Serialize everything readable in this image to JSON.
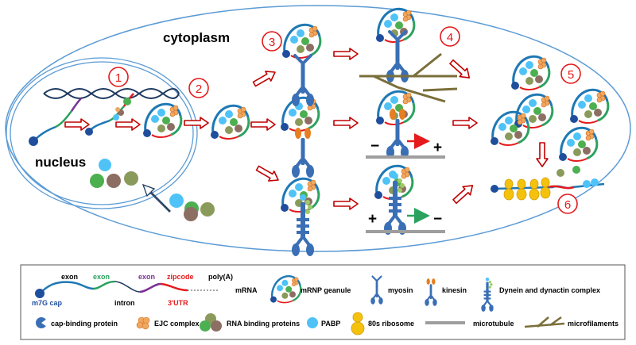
{
  "labels": {
    "cytoplasm": "cytoplasm",
    "nucleus": "nucleus",
    "minus": "−",
    "plus": "+"
  },
  "steps": [
    "1",
    "2",
    "3",
    "4",
    "5",
    "6"
  ],
  "legend": {
    "mrna_segments": {
      "exon1": "exon",
      "exon2": "exon",
      "exon3": "exon",
      "zipcode": "zipcode",
      "polya": "poly(A)",
      "cap": "m7G cap",
      "intron": "intron",
      "utr": "3'UTR"
    },
    "mrna": "mRNA",
    "mrnp": "mRNP geanule",
    "myosin": "myosin",
    "kinesin": "kinesin",
    "dynein": "Dynein and dynactin complex",
    "cap_binding": "cap-binding protein",
    "ejc": "EJC complex",
    "rbp": "RNA binding proteins",
    "pabp": "PABP",
    "ribosome": "80s ribosome",
    "microtubule": "microtubule",
    "microfilaments": "microfilaments"
  },
  "colors": {
    "outline": "#5b9bd5",
    "arrow": "#c00000",
    "step": "#e41a1c",
    "exon_blue": "#1f78b4",
    "exon_green": "#2ca25f",
    "exon_purple": "#7b3294",
    "zipcode_red": "#e41a1c",
    "motor_blue": "#3a6fb5",
    "kinesin_orange": "#e67e22",
    "pabp": "#4fc3f7",
    "rbp_green": "#4caf50",
    "rbp_brown": "#8d6e63",
    "rbp_olive": "#8a9a5b",
    "ribosome": "#f4c20d",
    "microfilament": "#7a6f3a"
  }
}
